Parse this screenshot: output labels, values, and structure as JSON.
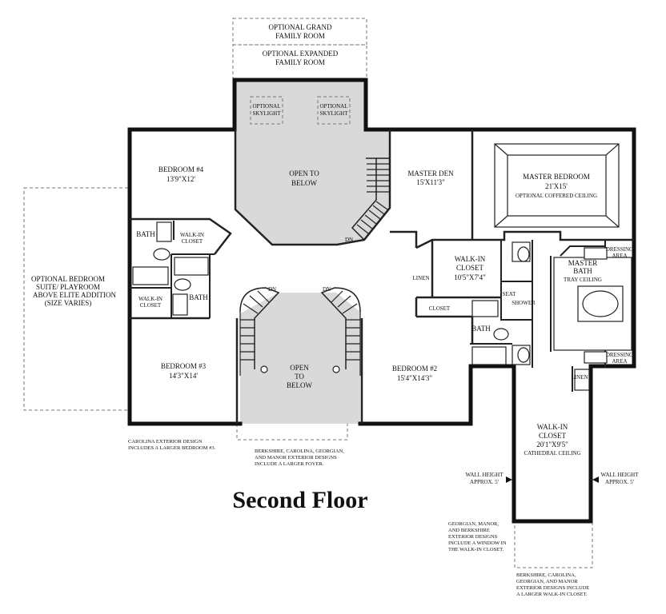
{
  "title": "Second Floor",
  "optional_top": {
    "grand_family_room": [
      "OPTIONAL GRAND",
      "FAMILY ROOM"
    ],
    "expanded_family_room": [
      "OPTIONAL EXPANDED",
      "FAMILY ROOM"
    ]
  },
  "skylight": [
    "OPTIONAL",
    "SKYLIGHT"
  ],
  "rooms": {
    "bedroom4": {
      "name": "BEDROOM #4",
      "size": "13'9\"X12'"
    },
    "open_upper": [
      "OPEN TO",
      "BELOW"
    ],
    "master_den": {
      "name": "MASTER DEN",
      "size": "15'X11'3\""
    },
    "master_bedroom": {
      "name": "MASTER BEDROOM",
      "size": "21'X15'",
      "note": "OPTIONAL COFFERED CEILING"
    },
    "bath_left_top": "BATH",
    "walkin_closet_small": [
      "WALK-IN",
      "CLOSET"
    ],
    "bath_left_mid": "BATH",
    "walkin_closet_left": [
      "WALK-IN",
      "CLOSET"
    ],
    "walkin_closet_mid": {
      "name": [
        "WALK-IN",
        "CLOSET"
      ],
      "size": "10'5\"X7'4\""
    },
    "linen_mid": "LINEN",
    "closet": "CLOSET",
    "seat": "SEAT",
    "shower": "SHOWER",
    "bath_master2": "BATH",
    "master_bath": {
      "name": [
        "MASTER",
        "BATH"
      ],
      "note": "TRAY CEILING"
    },
    "dressing_top": [
      "DRESSING",
      "AREA"
    ],
    "dressing_bottom": [
      "DRESSING",
      "AREA"
    ],
    "linen_right": "LINEN",
    "bedroom3": {
      "name": "BEDROOM #3",
      "size": "14'3\"X14'"
    },
    "open_lower": [
      "OPEN",
      "TO",
      "BELOW"
    ],
    "bedroom2": {
      "name": "BEDROOM #2",
      "size": "15'4\"X14'3\""
    },
    "walkin_closet_large": {
      "name": [
        "WALK-IN",
        "CLOSET"
      ],
      "size": "20'1\"X9'5\"",
      "note": "CATHEDRAL CEILING"
    },
    "optional_suite": [
      "OPTIONAL BEDROOM",
      "SUITE/ PLAYROOM",
      "ABOVE ELITE ADDITION",
      "(SIZE VARIES)"
    ]
  },
  "stairs": {
    "dn": "DN"
  },
  "wall_height": {
    "left": [
      "WALL HEIGHT",
      "APPROX. 5'"
    ],
    "right": [
      "WALL HEIGHT",
      "APPROX. 5'"
    ]
  },
  "notes": {
    "carolina": [
      "CAROLINA EXTERIOR DESIGN",
      "INCLUDES A LARGER BEDROOM #3."
    ],
    "foyer": [
      "BERKSHIRE, CAROLINA, GEORGIAN,",
      "AND MANOR EXTERIOR DESIGNS",
      "INCLUDE A LARGER FOYER."
    ],
    "window": [
      "GEORGIAN, MANOR,",
      "AND BERKSHIRE",
      "EXTERIOR DESIGNS",
      "INCLUDE A WINDOW IN",
      "THE WALK-IN CLOSET."
    ],
    "larger_closet": [
      "BERKSHIRE, CAROLINA,",
      "GEORGIAN, AND MANOR",
      "EXTERIOR DESIGNS INCLUDE",
      "A LARGER WALK-IN CLOSET."
    ]
  }
}
